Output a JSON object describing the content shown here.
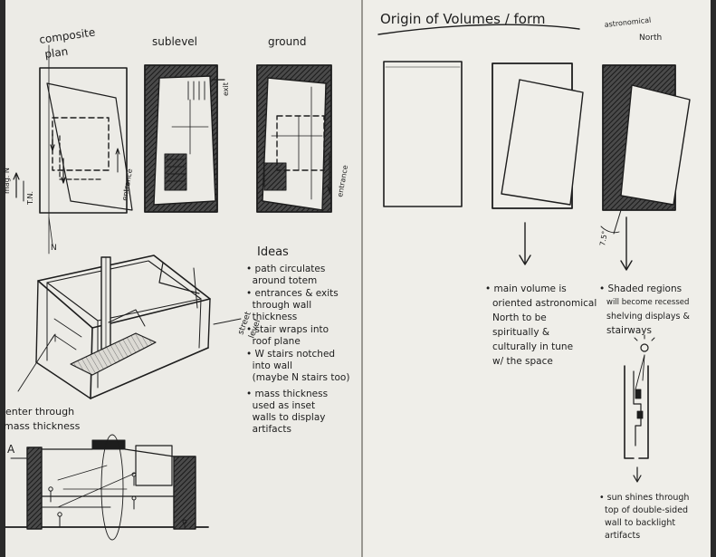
{
  "left_page": {
    "labels": {
      "composite_line1": "composite",
      "composite_line2": "plan",
      "sublevel": "sublevel",
      "ground": "ground",
      "mag_n": "mag. N",
      "true_n": "T.N.",
      "exit": "exit",
      "entrance_1": "entrance",
      "entrance_2": "entrance",
      "n_mark": "N",
      "street_level_line1": "street",
      "street_level_line2": "level",
      "enter_line1": "enter through",
      "enter_line2": "mass thickness",
      "section_mark": "A"
    },
    "ideas": {
      "title": "Ideas",
      "lines": [
        "• path circulates",
        "  around totem",
        "• entrances & exits",
        "  through wall",
        "  thickness",
        "• stair wraps into",
        "  roof plane",
        "• W stairs notched",
        "  into wall",
        "  (maybe N stairs too)",
        "• mass thickness",
        "  used as inset",
        "  walls to display",
        "  artifacts"
      ]
    }
  },
  "right_page": {
    "title": "Origin of Volumes / form",
    "astro_north_line1": "astronomical",
    "astro_north_line2": "North",
    "angle_label": "7.5°",
    "note_main": [
      "• main volume is",
      "oriented astronomical",
      "North to be",
      "spiritually &",
      "culturally in tune",
      "w/ the space"
    ],
    "note_shaded": [
      "• Shaded regions",
      "will become recessed",
      "shelving displays &",
      "stairways"
    ],
    "note_sun": [
      "• sun shines through",
      "top of double-sided",
      "wall to backlight",
      "artifacts"
    ]
  }
}
